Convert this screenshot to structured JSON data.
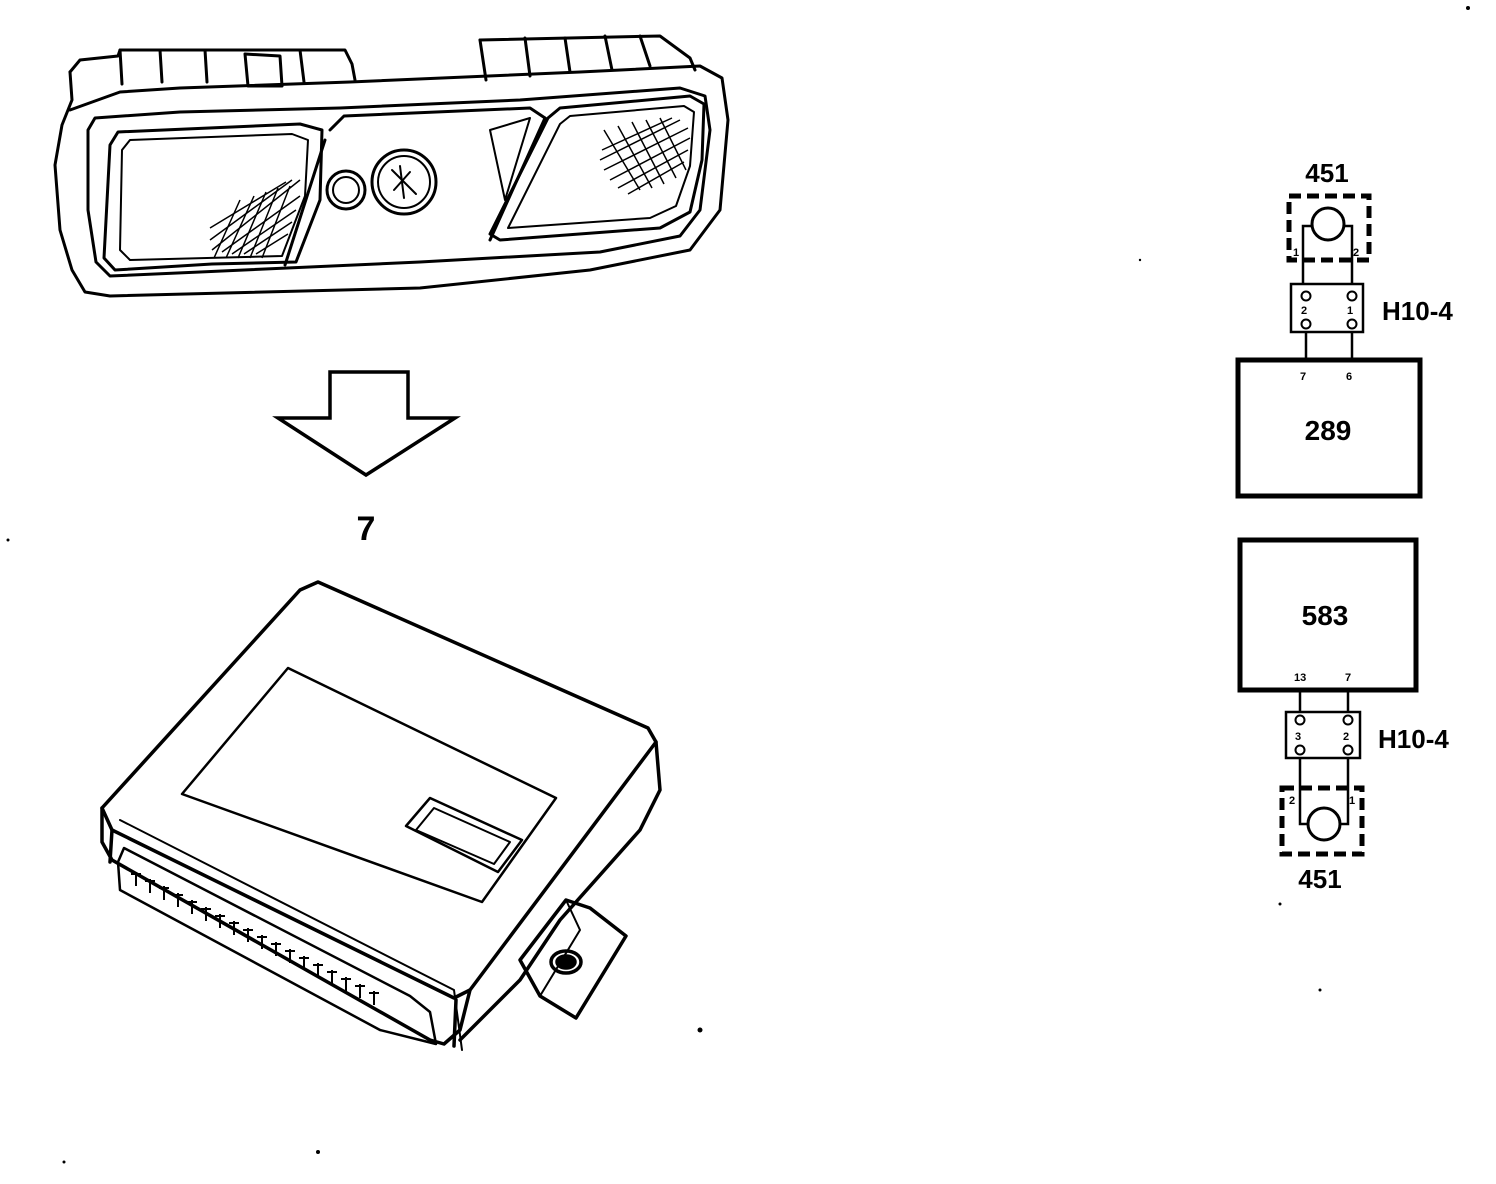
{
  "step_label": "7",
  "schematic": {
    "top_lamp": {
      "label": "451",
      "pin_left": "1",
      "pin_right": "2"
    },
    "top_connector": {
      "label": "H10-4",
      "pin_left": "2",
      "pin_right": "1"
    },
    "module_289": {
      "label": "289",
      "pin_left": "7",
      "pin_right": "6"
    },
    "module_583": {
      "label": "583",
      "pin_left": "13",
      "pin_right": "7"
    },
    "bottom_connector": {
      "label": "H10-4",
      "pin_left": "3",
      "pin_right": "2"
    },
    "bottom_lamp": {
      "label": "451",
      "pin_left": "2",
      "pin_right": "1"
    }
  }
}
